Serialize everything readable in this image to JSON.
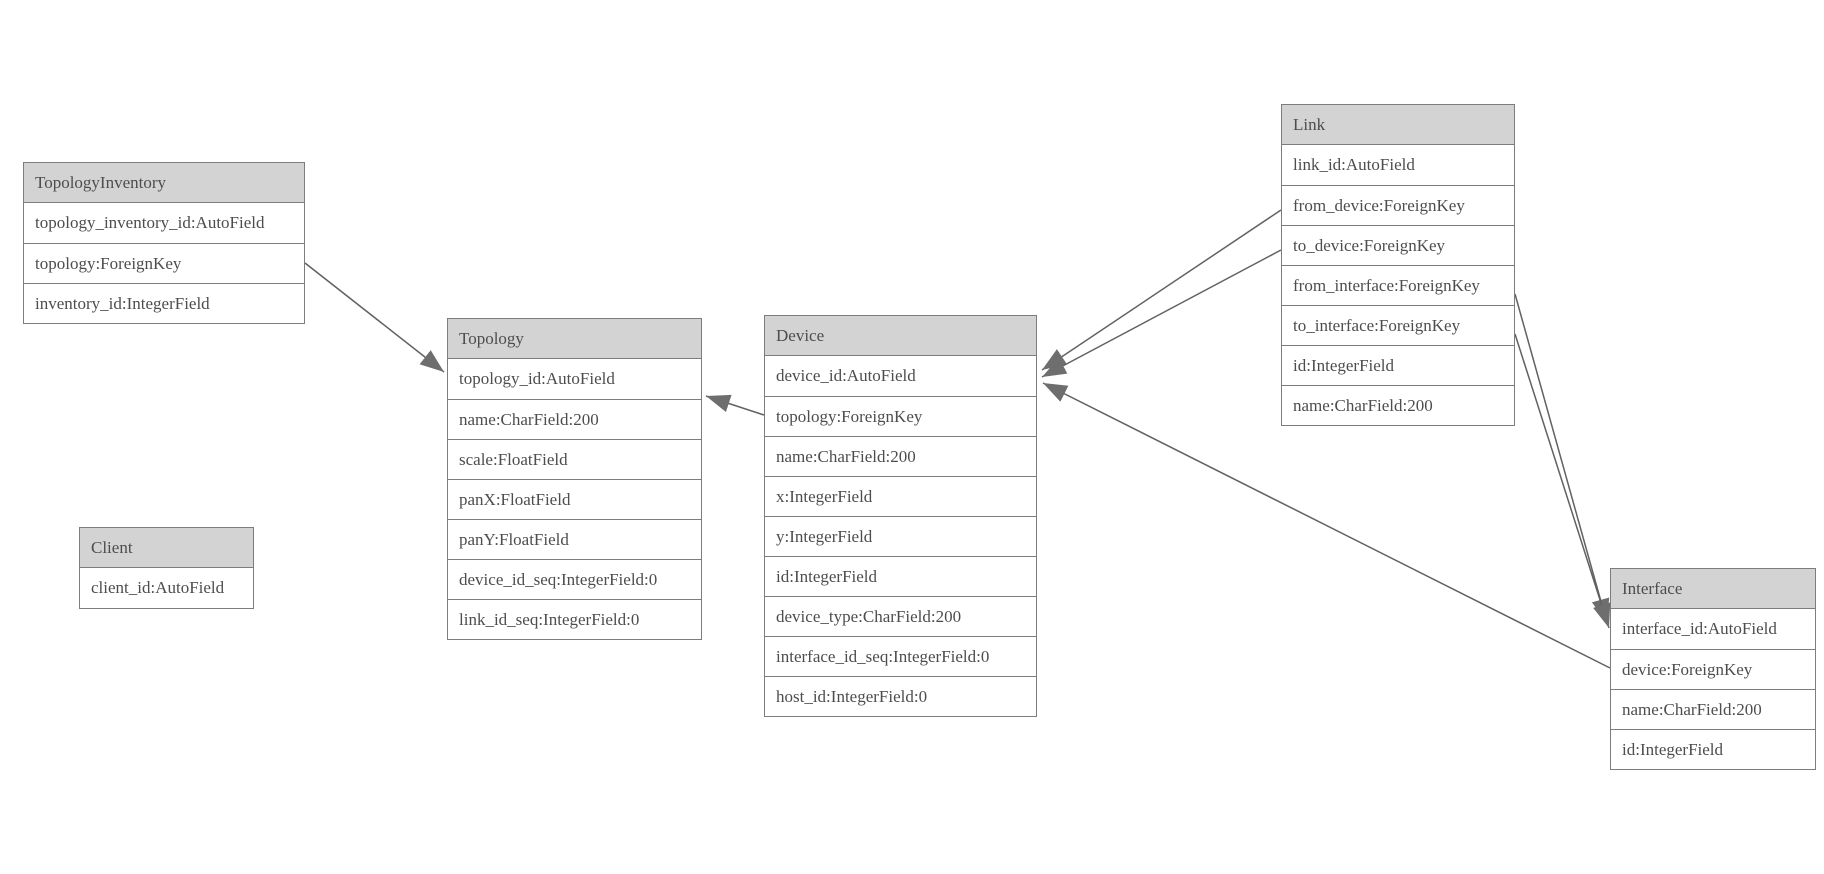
{
  "diagram": {
    "type": "entity-relationship-model-graph",
    "colors": {
      "background": "#ffffff",
      "header_fill": "#d3d3d3",
      "border": "#7d7d7d",
      "text": "#4d4d4d",
      "edge": "#616161",
      "arrowhead": "#6e6e6e"
    },
    "entities": {
      "topology_inventory": {
        "title": "TopologyInventory",
        "fields": [
          "topology_inventory_id:AutoField",
          "topology:ForeignKey",
          "inventory_id:IntegerField"
        ]
      },
      "topology": {
        "title": "Topology",
        "fields": [
          "topology_id:AutoField",
          "name:CharField:200",
          "scale:FloatField",
          "panX:FloatField",
          "panY:FloatField",
          "device_id_seq:IntegerField:0",
          "link_id_seq:IntegerField:0"
        ]
      },
      "client": {
        "title": "Client",
        "fields": [
          "client_id:AutoField"
        ]
      },
      "device": {
        "title": "Device",
        "fields": [
          "device_id:AutoField",
          "topology:ForeignKey",
          "name:CharField:200",
          "x:IntegerField",
          "y:IntegerField",
          "id:IntegerField",
          "device_type:CharField:200",
          "interface_id_seq:IntegerField:0",
          "host_id:IntegerField:0"
        ]
      },
      "link": {
        "title": "Link",
        "fields": [
          "link_id:AutoField",
          "from_device:ForeignKey",
          "to_device:ForeignKey",
          "from_interface:ForeignKey",
          "to_interface:ForeignKey",
          "id:IntegerField",
          "name:CharField:200"
        ]
      },
      "interface": {
        "title": "Interface",
        "fields": [
          "interface_id:AutoField",
          "device:ForeignKey",
          "name:CharField:200",
          "id:IntegerField"
        ]
      }
    },
    "relationships": [
      {
        "from": "TopologyInventory.topology",
        "to": "Topology"
      },
      {
        "from": "Device.topology",
        "to": "Topology"
      },
      {
        "from": "Link.from_device",
        "to": "Device"
      },
      {
        "from": "Link.to_device",
        "to": "Device"
      },
      {
        "from": "Link.from_interface",
        "to": "Interface"
      },
      {
        "from": "Link.to_interface",
        "to": "Interface"
      },
      {
        "from": "Interface.device",
        "to": "Device"
      }
    ]
  }
}
